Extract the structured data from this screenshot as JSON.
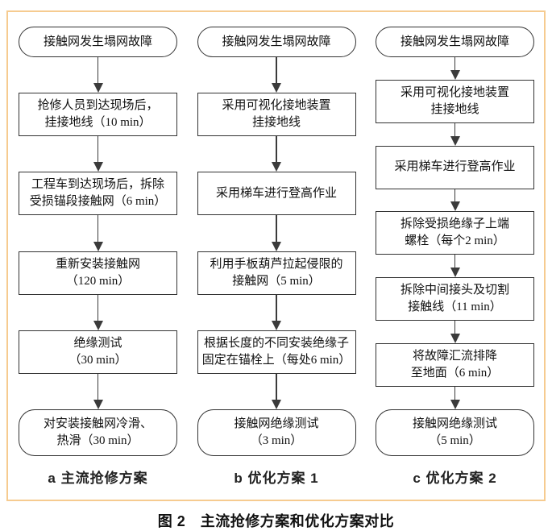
{
  "figure": {
    "caption": "图 2　主流抢修方案和优化方案对比",
    "frame_border_color": "#f6cb90",
    "box_border_color": "#333333",
    "arrow_color": "#3b3b3b"
  },
  "columns": [
    {
      "label": "a 主流抢修方案",
      "nodes": [
        {
          "type": "terminal",
          "lines": [
            "接触网发生塌网故障"
          ]
        },
        {
          "type": "process",
          "lines": [
            "抢修人员到达现场后，",
            "挂接地线（10 min）"
          ]
        },
        {
          "type": "process",
          "lines": [
            "工程车到达现场后，拆除",
            "受损锚段接触网（6 min）"
          ]
        },
        {
          "type": "process",
          "lines": [
            "重新安装接触网",
            "（120 min）"
          ]
        },
        {
          "type": "process",
          "lines": [
            "绝缘测试",
            "（30 min）"
          ]
        },
        {
          "type": "terminal",
          "lines": [
            "对安装接触网冷滑、",
            "热滑（30 min）"
          ]
        }
      ]
    },
    {
      "label": "b 优化方案 1",
      "nodes": [
        {
          "type": "terminal",
          "lines": [
            "接触网发生塌网故障"
          ]
        },
        {
          "type": "process",
          "lines": [
            "采用可视化接地装置",
            "挂接地线"
          ]
        },
        {
          "type": "process",
          "lines": [
            "采用梯车进行登高作业"
          ]
        },
        {
          "type": "process",
          "lines": [
            "利用手板葫芦拉起侵限的",
            "接触网（5 min）"
          ]
        },
        {
          "type": "process",
          "lines": [
            "根据长度的不同安装绝缘子",
            "固定在锚栓上（每处6 min）"
          ]
        },
        {
          "type": "terminal",
          "lines": [
            "接触网绝缘测试",
            "（3 min）"
          ]
        }
      ]
    },
    {
      "label": "c 优化方案 2",
      "nodes": [
        {
          "type": "terminal",
          "lines": [
            "接触网发生塌网故障"
          ]
        },
        {
          "type": "process",
          "lines": [
            "采用可视化接地装置",
            "挂接地线"
          ]
        },
        {
          "type": "process",
          "lines": [
            "采用梯车进行登高作业"
          ]
        },
        {
          "type": "process",
          "lines": [
            "拆除受损绝缘子上端",
            "螺栓（每个2 min）"
          ]
        },
        {
          "type": "process",
          "lines": [
            "拆除中间接头及切割",
            "接触线（11 min）"
          ]
        },
        {
          "type": "process",
          "lines": [
            "将故障汇流排降",
            "至地面（6 min）"
          ]
        },
        {
          "type": "terminal",
          "lines": [
            "接触网绝缘测试",
            "（5 min）"
          ]
        }
      ]
    }
  ]
}
